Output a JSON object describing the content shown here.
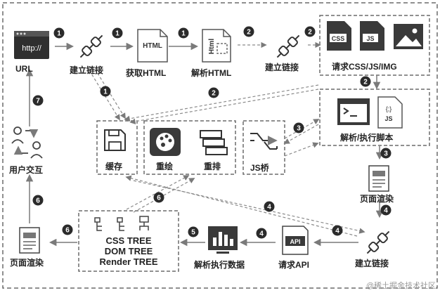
{
  "nodes": {
    "url": "URL",
    "build_link_1": "建立链接",
    "fetch_html": "获取HTML",
    "parse_html": "解析HTML",
    "build_link_2": "建立链接",
    "request_assets": "请求CSS/JS/IMG",
    "parse_execute_script": "解析/执行脚本",
    "page_render_right": "页面渲染",
    "build_link_3": "建立链接",
    "request_api": "请求API",
    "parse_execute_data": "解析执行数据",
    "page_render_left": "页面渲染",
    "user_interaction": "用户交互",
    "cache": "缓存",
    "repaint": "重绘",
    "reflow": "重排",
    "js_bridge": "JS桥"
  },
  "icon_text": {
    "url_bar": "http://",
    "html_file": "HTML",
    "parsed_file": "Html",
    "css_file": "CSS",
    "js_file": "JS",
    "js_file_small": "JS",
    "js_braces": "{;}",
    "api_badge": "API"
  },
  "trees": [
    "CSS TREE",
    "DOM TREE",
    "Render TREE"
  ],
  "steps": [
    "1",
    "2",
    "3",
    "4",
    "5",
    "6",
    "7"
  ],
  "watermark": "@稀土掘金技术社区",
  "colors": {
    "icon_dark": "#3a3a3a",
    "badge": "#2b2b2b",
    "arrow": "#7a7a7a",
    "box_dash": "#6b6b6b",
    "line": "#888888"
  }
}
